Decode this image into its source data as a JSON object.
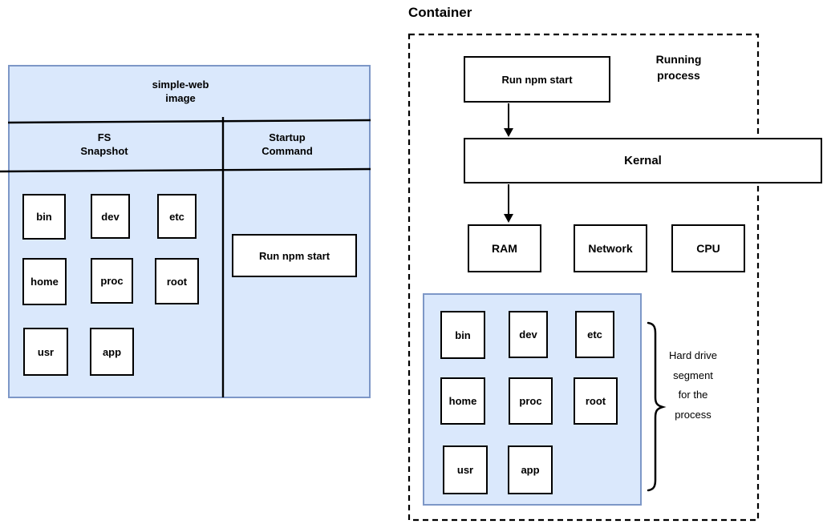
{
  "image_card": {
    "title": "simple-web image",
    "fs_header": "FS Snapshot",
    "startup_header": "Startup Command",
    "fs_items": [
      "bin",
      "dev",
      "etc",
      "home",
      "proc",
      "root",
      "usr",
      "app"
    ],
    "startup_command": "Run npm start"
  },
  "container": {
    "title": "Container",
    "process_box_label": "Run npm start",
    "process_caption": "Running process",
    "kernel_label": "Kernal",
    "resources": [
      "RAM",
      "Network",
      "CPU"
    ],
    "fs_items": [
      "bin",
      "dev",
      "etc",
      "home",
      "proc",
      "root",
      "usr",
      "app"
    ],
    "brace_caption": "Hard drive segment for the process"
  },
  "colors": {
    "card_fill": "#dae8fc",
    "card_border": "#7d97c7",
    "box_fill": "#ffffff",
    "line": "#000000"
  }
}
